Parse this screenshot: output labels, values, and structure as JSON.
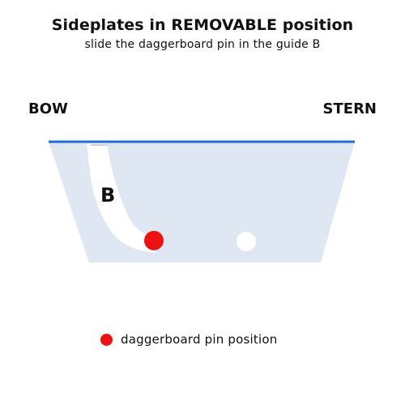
{
  "header": {
    "title": "Sideplates in REMOVABLE position",
    "subtitle": "slide the daggerboard pin in the guide B"
  },
  "labels": {
    "bow": "BOW",
    "stern": "STERN",
    "guide": "B"
  },
  "legend": {
    "pin_label": "daggerboard pin position"
  },
  "colors": {
    "plate_fill": "#dfe7f2",
    "plate_edge": "#1e6fd0",
    "guide_slot": "#ffffff",
    "pin": "#ee1111",
    "hole": "#ffffff",
    "text": "#111111"
  }
}
